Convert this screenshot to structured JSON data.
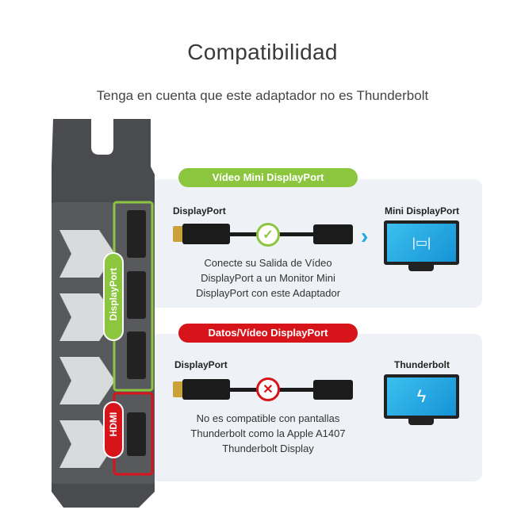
{
  "header": {
    "title": "Compatibilidad",
    "subtitle": "Tenga en cuenta que este adaptador no es Thunderbolt"
  },
  "gpu": {
    "dp_label": "DisplayPort",
    "hdmi_label": "HDMI"
  },
  "compatible": {
    "badge": "Vídeo Mini DisplayPort",
    "source": "DisplayPort",
    "target": "Mini DisplayPort",
    "status_icon": "check-icon",
    "description": [
      "Conecte su Salida de Vídeo",
      "DisplayPort a un Monitor Mini",
      "DisplayPort con este Adaptador"
    ]
  },
  "incompatible": {
    "badge": "Datos/Vídeo DisplayPort",
    "source": "DisplayPort",
    "target": "Thunderbolt",
    "status_icon": "x-icon",
    "description": [
      "No es compatible con pantallas",
      "Thunderbolt como la Apple A1407",
      "Thunderbolt Display"
    ]
  },
  "colors": {
    "green": "#8cc63f",
    "red": "#d7141a",
    "blue": "#1ea7e1",
    "panel": "#eef2f6"
  }
}
